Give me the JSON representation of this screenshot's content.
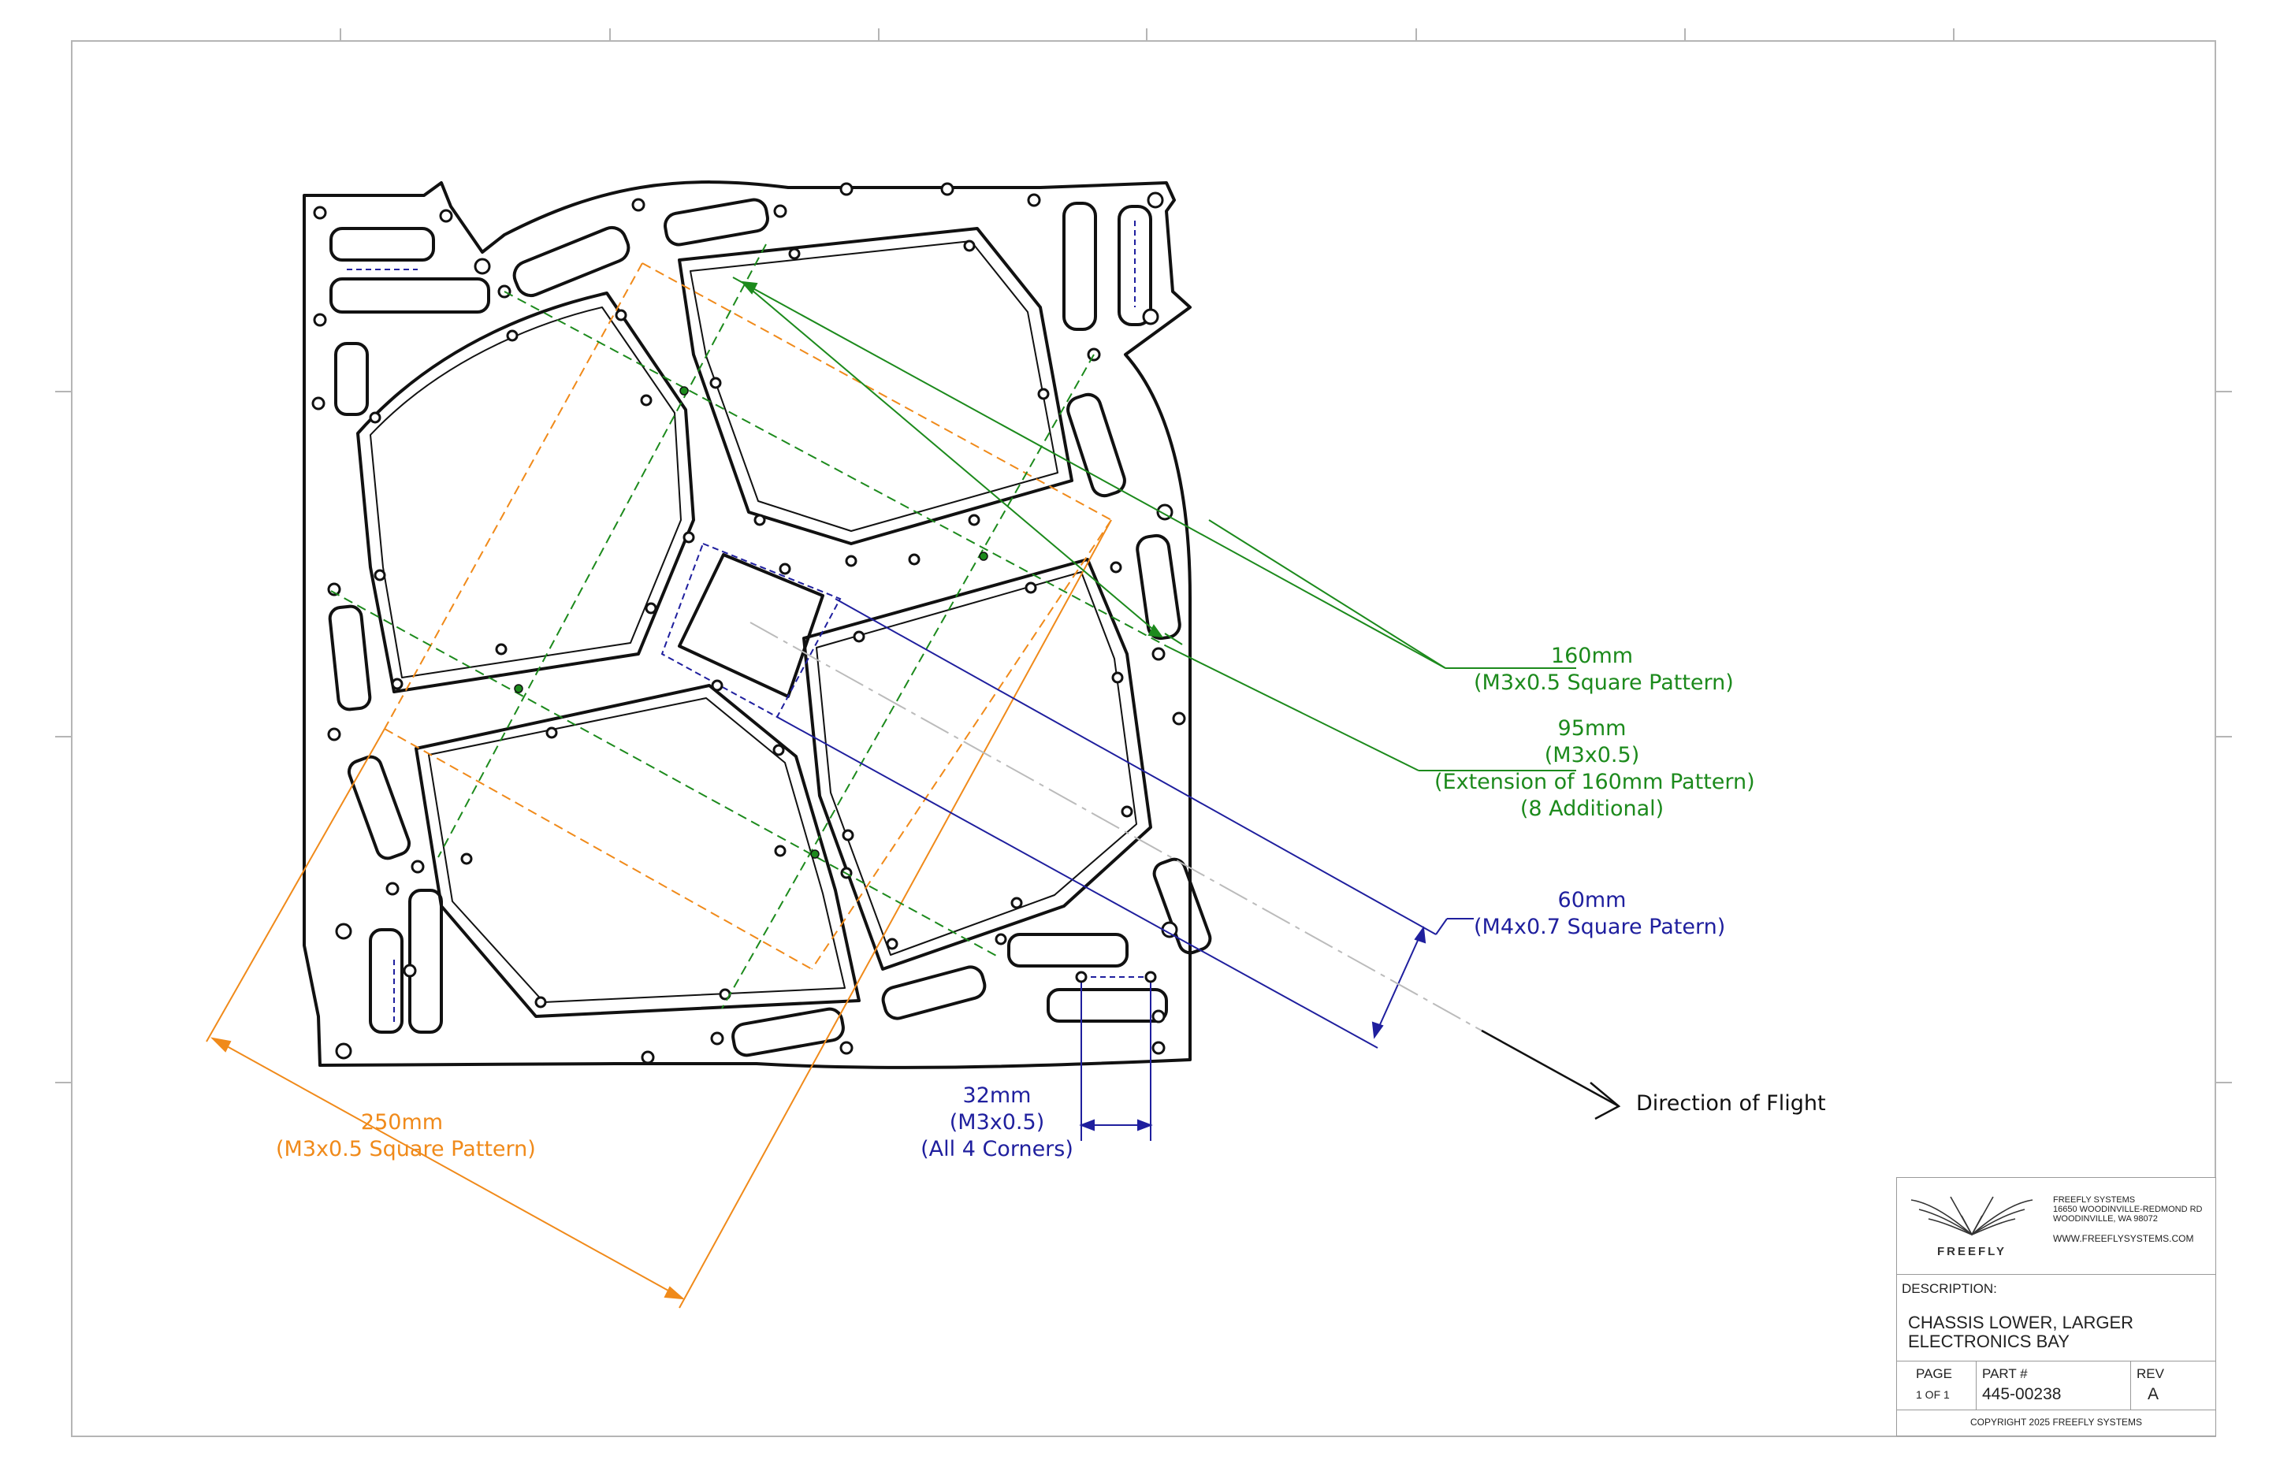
{
  "annotations": {
    "pattern_160": {
      "line1": "160mm",
      "line2": "(M3x0.5 Square Pattern)"
    },
    "pattern_95": {
      "line1": "95mm",
      "line2": "(M3x0.5)",
      "line3": "(Extension of 160mm Pattern)",
      "line4": "(8 Additional)"
    },
    "pattern_60": {
      "line1": "60mm",
      "line2": "(M4x0.7 Square Patern)"
    },
    "pattern_32": {
      "line1": "32mm",
      "line2": "(M3x0.5)",
      "line3": "(All 4 Corners)"
    },
    "pattern_250": {
      "line1": "250mm",
      "line2": "(M3x0.5 Square Pattern)"
    },
    "direction": "Direction of Flight"
  },
  "title_block": {
    "company": "FREEFLY SYSTEMS",
    "address1": "16650 WOODINVILLE-REDMOND RD",
    "address2": "WOODINVILLE, WA 98072",
    "website": "WWW.FREEFLYSYSTEMS.COM",
    "logo_text": "FREEFLY",
    "description_label": "DESCRIPTION:",
    "description_line1": "CHASSIS LOWER, LARGER",
    "description_line2": "ELECTRONICS BAY",
    "page_label": "PAGE",
    "page_value": "1 OF 1",
    "part_label": "PART #",
    "part_value": "445-00238",
    "rev_label": "REV",
    "rev_value": "A",
    "copyright": "COPYRIGHT 2025 FREEFLY SYSTEMS"
  },
  "colors": {
    "green": "#1c8a1c",
    "navy": "#1f1f9e",
    "orange": "#f08a1a",
    "outline": "#111111"
  }
}
